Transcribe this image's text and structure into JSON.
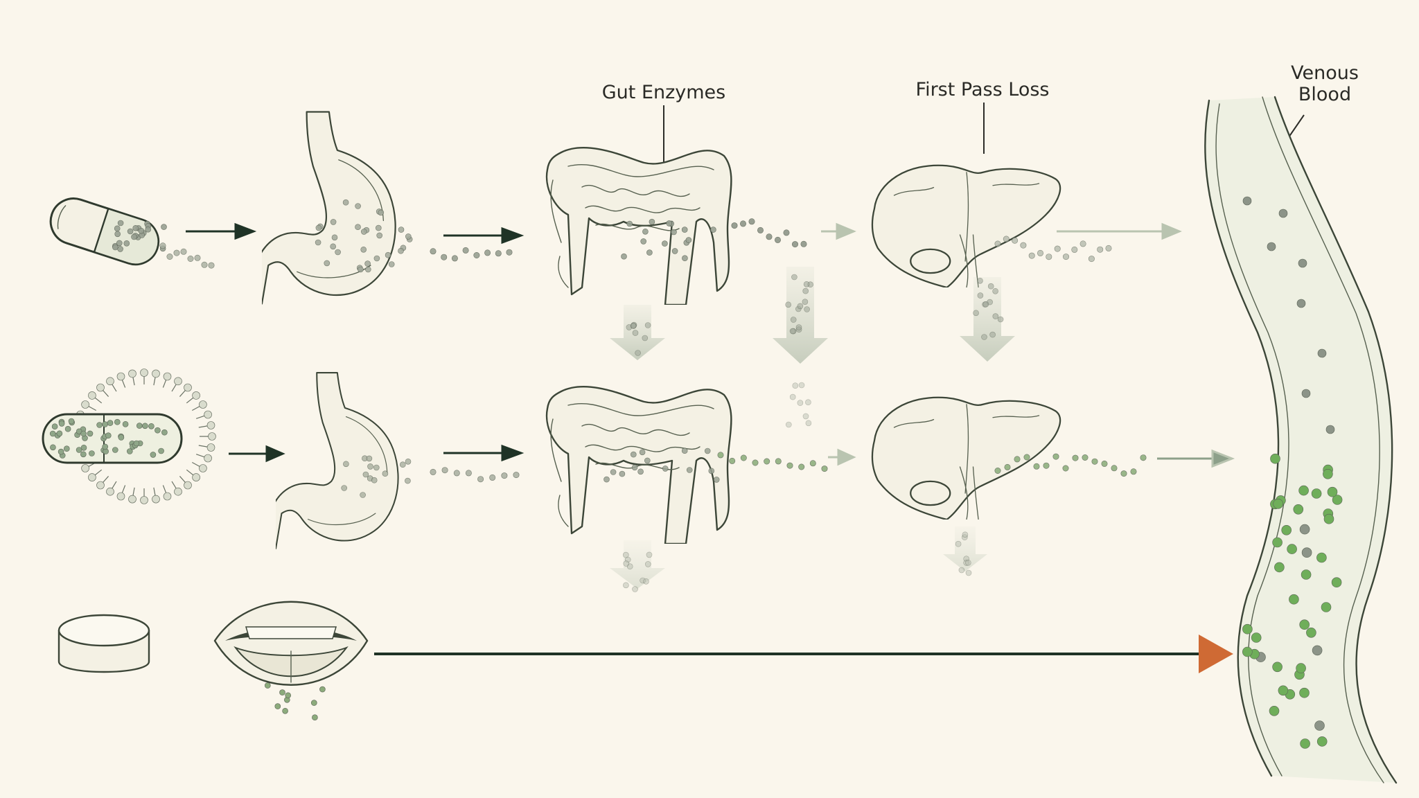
{
  "labels": {
    "gut_enzymes": "Gut Enzymes",
    "first_pass_loss": "First Pass Loss",
    "venous_line1": "Venous",
    "venous_line2": "Blood"
  },
  "colors": {
    "background": "#faf6ec",
    "ink": "#3c4638",
    "arrow_dark": "#1f3326",
    "arrow_faded": "#b9c4b0",
    "particle_grey": "#8c9488",
    "particle_green": "#6fae5a",
    "sublingual_arrowhead": "#cf6a34"
  },
  "rows": [
    {
      "route": "capsule",
      "particles_reaching_blood": "grey"
    },
    {
      "route": "liposomal-capsule",
      "particles_reaching_blood": "mixed"
    },
    {
      "route": "sublingual-tablet",
      "particles_reaching_blood": "green"
    }
  ],
  "icons": [
    "capsule-icon",
    "liposome-capsule-icon",
    "tablet-icon",
    "stomach-icon",
    "intestine-icon",
    "liver-icon",
    "mouth-icon",
    "vein-icon"
  ]
}
